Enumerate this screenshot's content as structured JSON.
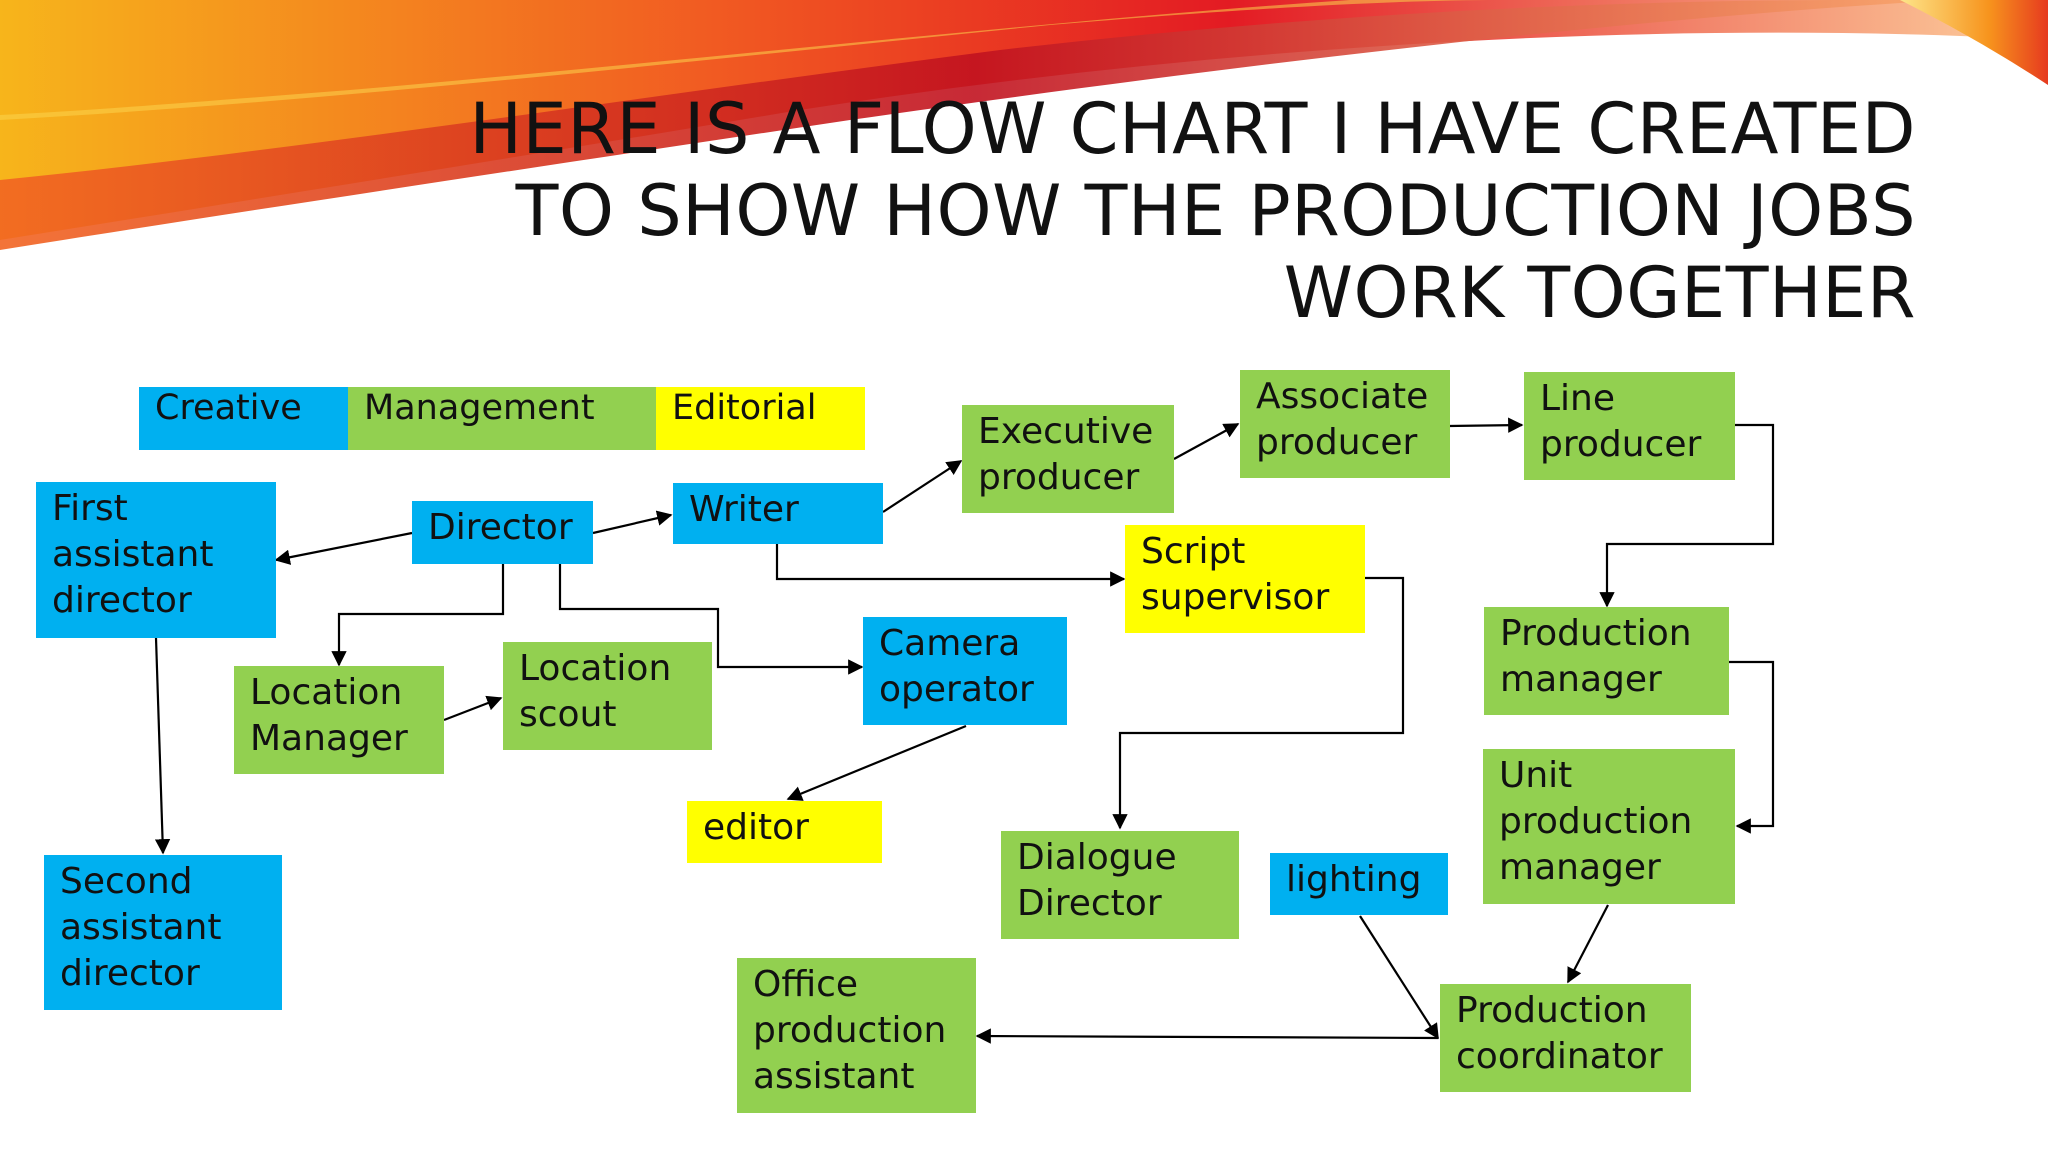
{
  "title": "HERE IS A FLOW CHART I HAVE CREATED TO SHOW HOW THE PRODUCTION JOBS WORK TOGETHER",
  "legend": {
    "creative": "Creative",
    "management": "Management",
    "editorial": "Editorial"
  },
  "colors": {
    "creative": "#00b0f0",
    "management": "#92d050",
    "editorial": "#ffff00",
    "arrow": "#000000"
  },
  "nodes": {
    "first_ad": "First assistant director",
    "director": "Director",
    "writer": "Writer",
    "exec_producer": "Executive producer",
    "assoc_producer": "Associate producer",
    "line_producer": "Line producer",
    "script_supervisor": "Script supervisor",
    "location_manager": "Location Manager",
    "location_scout": "Location scout",
    "camera_operator": "Camera operator",
    "production_manager": "Production manager",
    "unit_production_manager": "Unit production manager",
    "editor": "editor",
    "dialogue_director": "Dialogue Director",
    "lighting": "lighting",
    "second_ad": "Second assistant director",
    "office_pa": "Office production assistant",
    "production_coordinator": "Production coordinator"
  }
}
